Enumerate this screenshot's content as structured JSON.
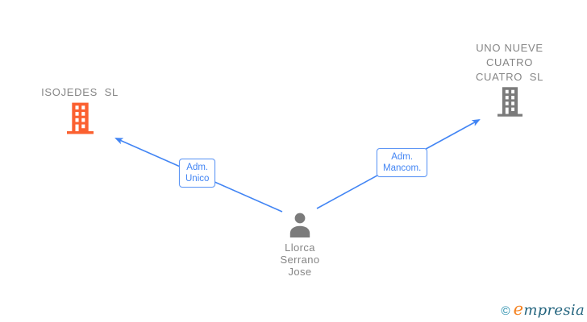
{
  "diagram": {
    "type": "corporate-relationship-graph",
    "background": "#ffffff"
  },
  "colors": {
    "edge_blue": "#4285F4",
    "relation_border_blue": "#5E96F5",
    "relation_text_blue": "#4285F4",
    "entity_text_gray": "#858585",
    "icon_gray": "#7B7B7B",
    "company_highlight_orange": "#FB6030",
    "logo_copyright_teal": "#1E88A8",
    "logo_brand_teal": "#23647E",
    "logo_brand_orange": "#F58220"
  },
  "entities": {
    "company_left": {
      "name": "ISOJEDES SL",
      "name_lines": [
        "ISOJEDES  SL"
      ],
      "icon": "building-icon",
      "icon_color": "#FB6030"
    },
    "company_right": {
      "name": "UNO NUEVE CUATRO CUATRO SL",
      "name_lines": [
        "UNO NUEVE",
        "CUATRO",
        "CUATRO  SL"
      ],
      "icon": "building-icon",
      "icon_color": "#7B7B7B"
    },
    "person": {
      "name": "Llorca Serrano Jose",
      "name_lines": [
        "Llorca",
        "Serrano",
        "Jose"
      ],
      "icon": "person-icon",
      "icon_color": "#7B7B7B"
    }
  },
  "relations": [
    {
      "label": "Adm. Unico",
      "label_lines": [
        "Adm.",
        "Unico"
      ],
      "from": "person",
      "to": "company_left"
    },
    {
      "label": "Adm. Mancom.",
      "label_lines": [
        "Adm.",
        "Mancom."
      ],
      "from": "person",
      "to": "company_right"
    }
  ],
  "footer": {
    "copyright": "©",
    "brand_first_letter": "e",
    "brand_rest": "mpresia",
    "brand_full": "empresia"
  }
}
